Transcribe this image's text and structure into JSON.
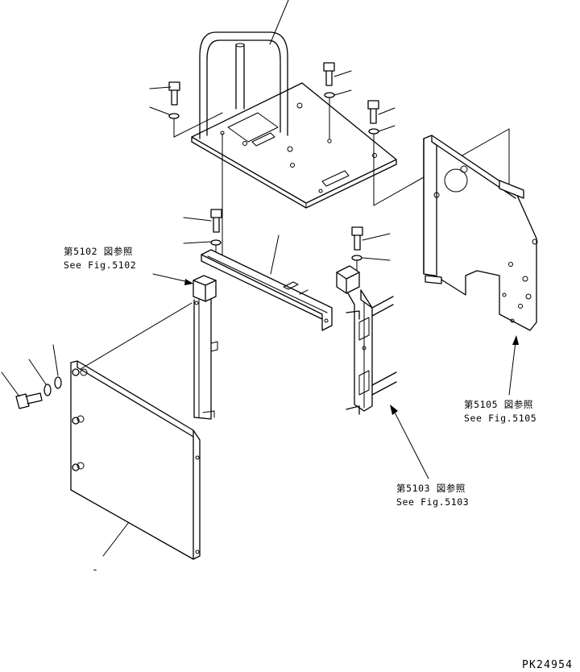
{
  "references": [
    {
      "id": "ref-5102",
      "jp": "第5102 図参照",
      "en": "See Fig.5102"
    },
    {
      "id": "ref-5105",
      "jp": "第5105 図参照",
      "en": "See Fig.5105"
    },
    {
      "id": "ref-5103",
      "jp": "第5103 図参照",
      "en": "See Fig.5103"
    }
  ],
  "drawing_code": "PK24954",
  "dash_mark": "-"
}
